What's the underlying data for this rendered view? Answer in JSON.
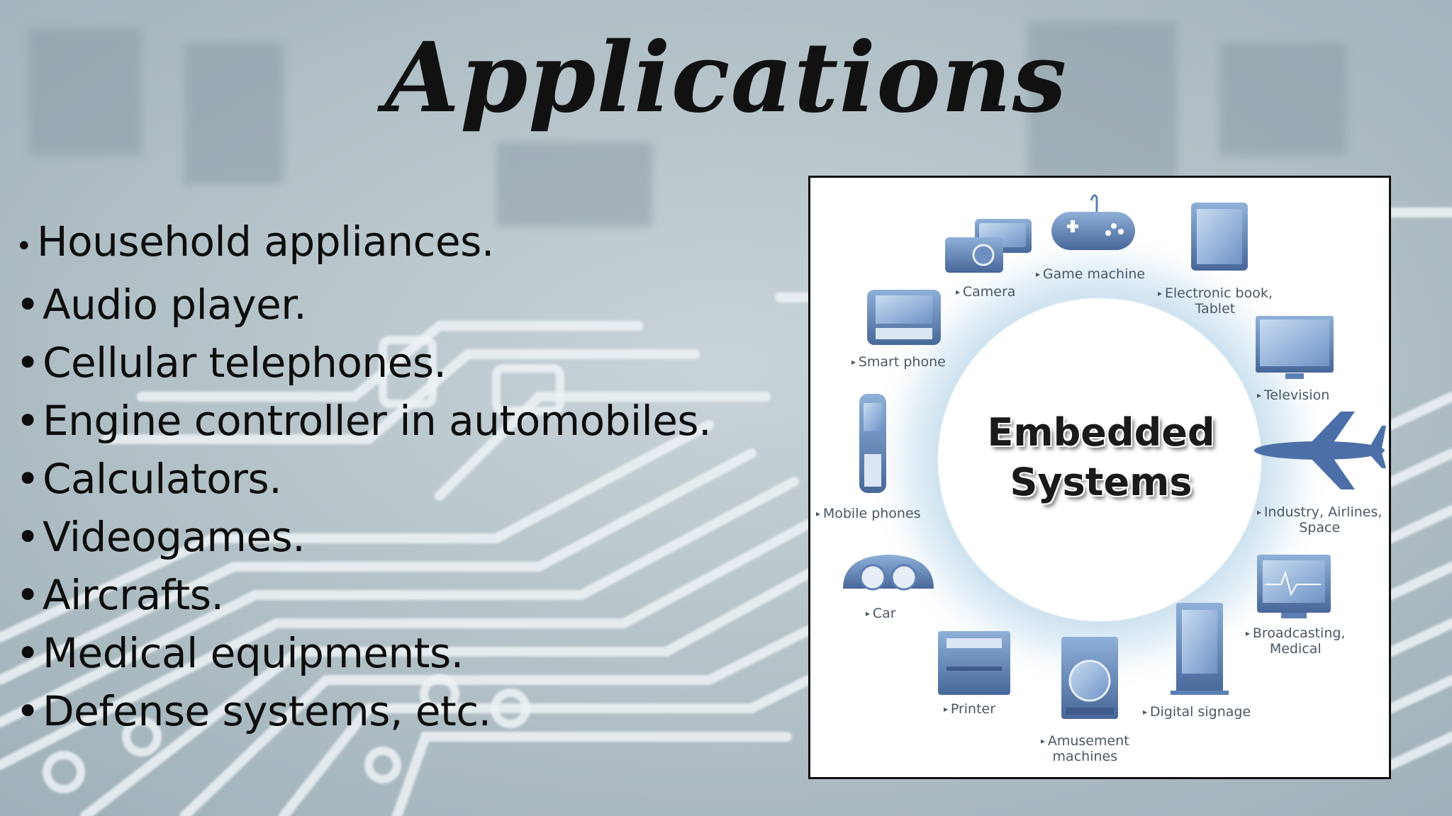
{
  "slide": {
    "title": "Applications",
    "bullets": [
      "Household appliances.",
      "Audio player.",
      "Cellular telephones.",
      "Engine controller in automobiles.",
      "Calculators.",
      "Videogames.",
      "Aircrafts.",
      "Medical equipments.",
      "Defense systems, etc."
    ],
    "bullet_symbol": "•",
    "colors": {
      "background": "#b7c4ca",
      "circuit_traces": "#eef3f5",
      "text": "#0d0d0d",
      "diagram_accent": "#5b7fb5",
      "diagram_glow": "#bcd8ea"
    }
  },
  "diagram": {
    "center_line1": "Embedded",
    "center_line2": "Systems",
    "labels": {
      "camera": "Camera",
      "game_machine": "Game machine",
      "ebook_line1": "Electronic book,",
      "ebook_line2": "Tablet",
      "smart_phone": "Smart phone",
      "television": "Television",
      "mobile_phones": "Mobile phones",
      "industry_line1": "Industry, Airlines,",
      "industry_line2": "Space",
      "car": "Car",
      "broadcasting_line1": "Broadcasting,",
      "broadcasting_line2": "Medical",
      "printer": "Printer",
      "digital_signage": "Digital signage",
      "amusement_line1": "Amusement",
      "amusement_line2": "machines"
    },
    "icons": [
      "camera-icon",
      "gamepad-icon",
      "tablet-icon",
      "smartphone-icon",
      "television-icon",
      "mobile-phone-icon",
      "airplane-icon",
      "car-dashboard-icon",
      "monitor-icon",
      "printer-icon",
      "signage-icon",
      "amusement-machine-icon"
    ]
  }
}
